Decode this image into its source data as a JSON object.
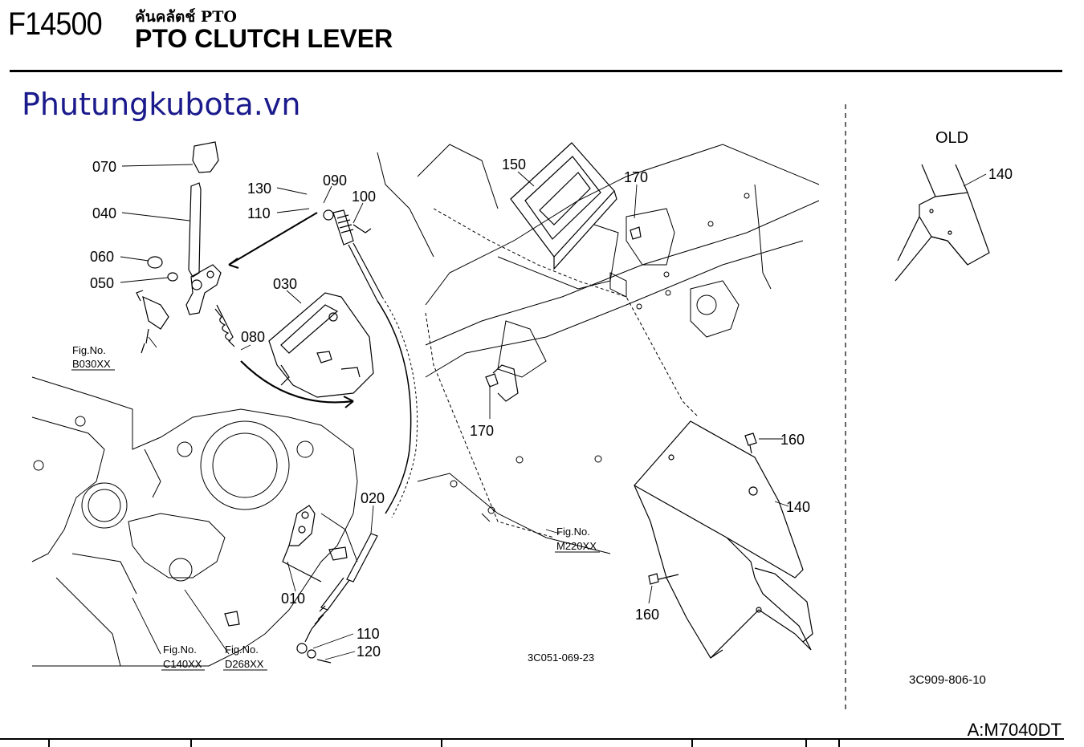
{
  "header": {
    "code": "F14500",
    "subtitle_thai": "คันคลัตช์ PTO",
    "title": "PTO CLUTCH LEVER"
  },
  "brand": "Phutungkubota.vn",
  "model": "A:M7040DT",
  "old_label": "OLD",
  "part_labels": {
    "p070": "070",
    "p040": "040",
    "p060": "060",
    "p050": "050",
    "p130": "130",
    "p090": "090",
    "p100": "100",
    "p110a": "110",
    "p030": "030",
    "p080": "080",
    "p150": "150",
    "p170a": "170",
    "p170b": "170",
    "p160a": "160",
    "p140a": "140",
    "p160b": "160",
    "p020": "020",
    "p010": "010",
    "p110b": "110",
    "p120": "120",
    "p140old": "140"
  },
  "fig_refs": {
    "b030_a": "Fig.No.",
    "b030_b": "B030XX",
    "m220_a": "Fig.No.",
    "m220_b": "M220XX",
    "c140_a": "Fig.No.",
    "c140_b": "C140XX",
    "d268_a": "Fig.No.",
    "d268_b": "D268XX"
  },
  "drawing_refs": {
    "main": "3C051-069-23",
    "old": "3C909-806-10"
  }
}
